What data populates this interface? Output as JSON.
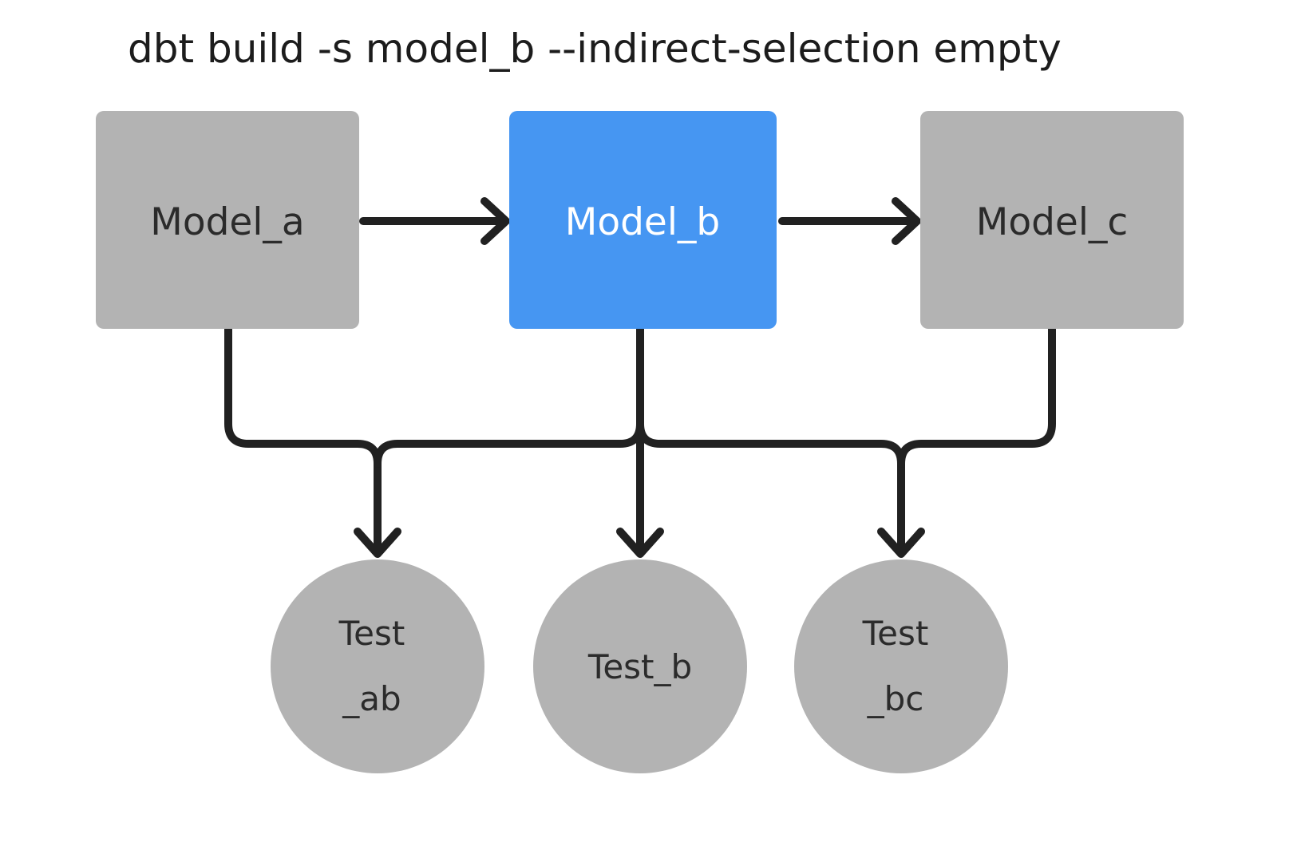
{
  "title": "dbt build -s model_b --indirect-selection empty",
  "colors": {
    "background": "#ffffff",
    "model_default": "#b3b3b3",
    "model_selected": "#4696f2",
    "test_default": "#b3b3b3",
    "edge": "#212121",
    "label_on_gray": "#2b2b2b",
    "label_on_blue": "#ffffff",
    "title_text": "#1c1c1c"
  },
  "nodes": {
    "models": [
      {
        "id": "model_a",
        "label": "Model_a",
        "selected": false
      },
      {
        "id": "model_b",
        "label": "Model_b",
        "selected": true
      },
      {
        "id": "model_c",
        "label": "Model_c",
        "selected": false
      }
    ],
    "tests": [
      {
        "id": "test_ab",
        "label_lines": [
          "Test",
          "_ab"
        ]
      },
      {
        "id": "test_b",
        "label_lines": [
          "Test_b"
        ]
      },
      {
        "id": "test_bc",
        "label_lines": [
          "Test",
          "_bc"
        ]
      }
    ]
  },
  "edges": [
    {
      "from": "model_a",
      "to": "model_b"
    },
    {
      "from": "model_b",
      "to": "model_c"
    },
    {
      "from": "model_a",
      "to": "test_ab"
    },
    {
      "from": "model_b",
      "to": "test_ab"
    },
    {
      "from": "model_b",
      "to": "test_b"
    },
    {
      "from": "model_b",
      "to": "test_bc"
    },
    {
      "from": "model_c",
      "to": "test_bc"
    }
  ]
}
